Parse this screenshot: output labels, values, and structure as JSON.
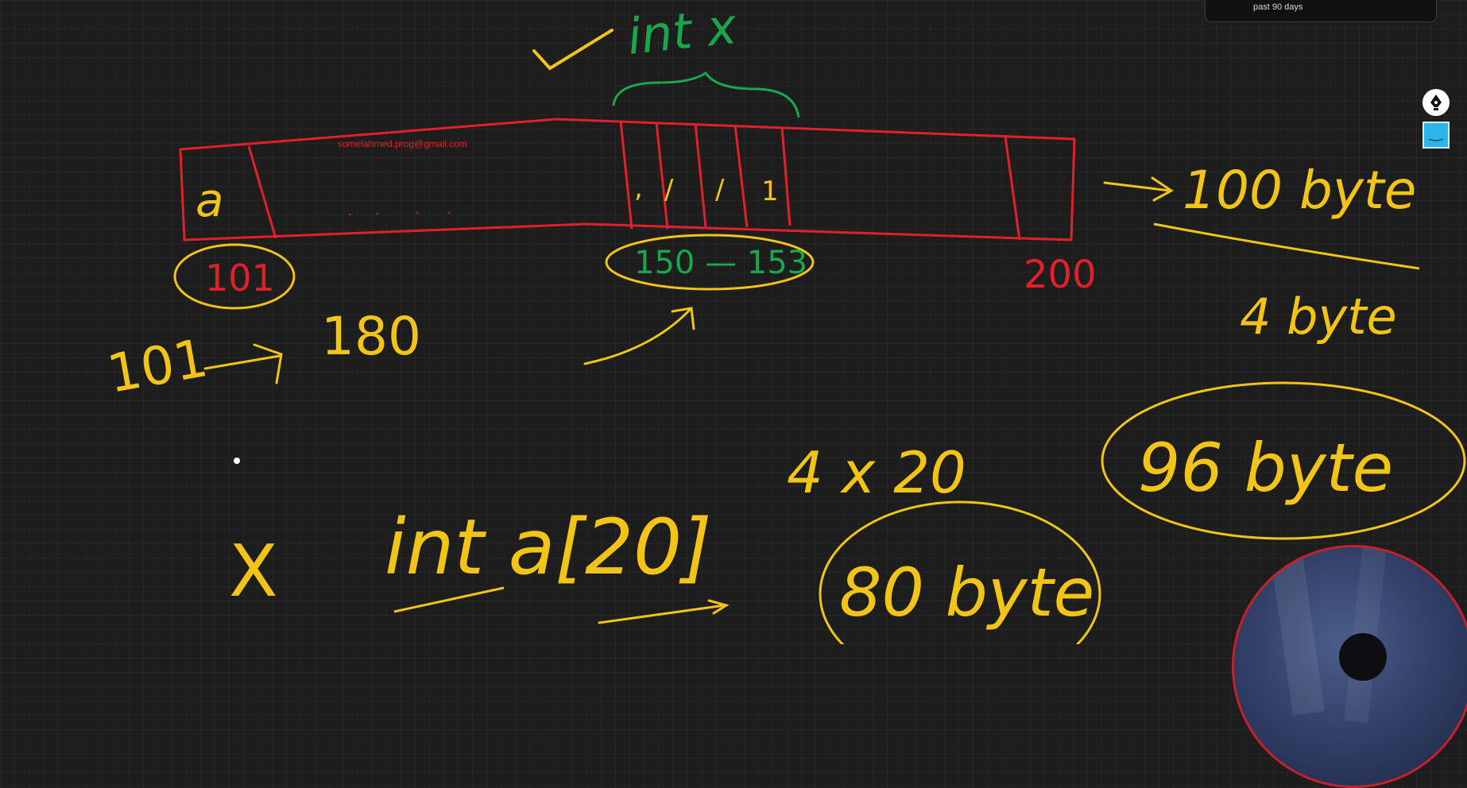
{
  "notice": {
    "text": "past 90 days"
  },
  "watermark": {
    "text": "somelahmed.prog@gmail.com"
  },
  "toolbar": {
    "pen_icon": "pen-nib-icon",
    "swatch_color": "#2bb5e8"
  },
  "colors": {
    "red": "#e0202a",
    "yellow": "#f2c417",
    "green": "#1aa64a"
  },
  "board": {
    "top_label": "int x",
    "memory_block_first_cell": "a",
    "cell_ticks": [
      ",",
      "/",
      "/",
      "1"
    ],
    "start_address": "101",
    "end_address": "200",
    "int_range": "150 — 153",
    "total_size": "100 byte",
    "element_size": "4 byte",
    "result_bytes": "96 byte",
    "range_text_left": "101",
    "range_text_right": "180",
    "bottom_code": "int a[20]",
    "cross": "X",
    "multiplication": "4 x 20",
    "array_bytes": "80 byte"
  }
}
